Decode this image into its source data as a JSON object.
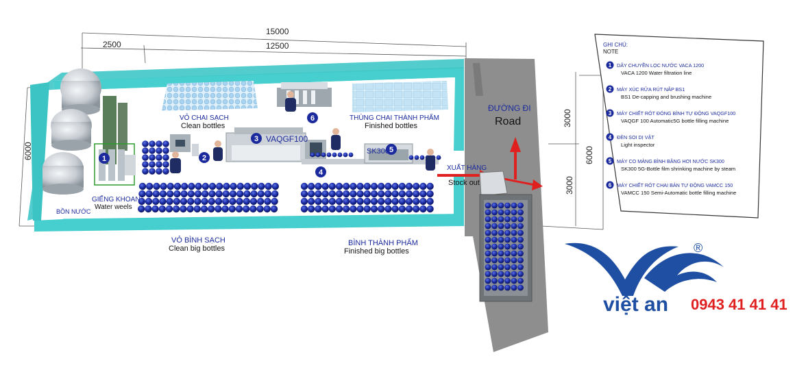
{
  "dimensions": {
    "total_length": "15000",
    "left_section": "2500",
    "right_section": "12500",
    "width_left": "6000",
    "width_right": "6000",
    "road_upper": "3000",
    "road_lower": "3000"
  },
  "labels": {
    "clean_bottles_vi": "VỎ CHAI SẠCH",
    "clean_bottles_en": "Clean bottles",
    "finished_bottles_vi": "THÙNG CHAI THÀNH PHẨM",
    "finished_bottles_en": "Finished bottles",
    "well_vi": "GIẾNG KHOAN",
    "well_en": "Water weels",
    "tank_vi": "BỒN NƯỚC",
    "clean_big_vi": "VỎ BÌNH SẠCH",
    "clean_big_en": "Clean big bottles",
    "finished_big_vi": "BÌNH THÀNH PHẨM",
    "finished_big_en": "Finished big bottles",
    "stock_vi": "XUẤT HÀNG",
    "stock_en": "Stock out",
    "road_vi": "ĐƯỜNG ĐI",
    "road_en": "Road",
    "machine_3": "VAQGF100",
    "machine_5": "SK300"
  },
  "markers": [
    "1",
    "2",
    "3",
    "4",
    "5",
    "6"
  ],
  "note": {
    "title_vi": "GHI CHÚ:",
    "title_en": "NOTE",
    "items": [
      {
        "num": "1",
        "vi": "DÂY CHUYỀN LỌC NƯỚC VACA 1200",
        "en": "VACA 1200 Water filtration line"
      },
      {
        "num": "2",
        "vi": "MÁY XÚC RỬA RÚT NẮP BS1",
        "en": "BS1 De-capping and brushing machine"
      },
      {
        "num": "3",
        "vi": "MÁY CHIẾT RÓT ĐÓNG BÌNH TỰ ĐỘNG VAQGF100",
        "en": "VAQGF 100 Automatic5G bottle filling machine"
      },
      {
        "num": "4",
        "vi": "ĐÈN SOI DỊ VẬT",
        "en": "Light inspector"
      },
      {
        "num": "5",
        "vi": "MÁY CO MÀNG BÌNH BẰNG HƠI NƯỚC SK300",
        "en": "SK300 5G-Bottle film shrinking machine by steam"
      },
      {
        "num": "6",
        "vi": "MÁY CHIẾT RÓT CHAI BÁN TỰ ĐỘNG VAMCC 150",
        "en": "VAMCC 150 Semi-Automatic bottle filling machine"
      }
    ]
  },
  "brand": {
    "name": "việt an",
    "phone": "0943 41 41 41",
    "registered": "®"
  },
  "colors": {
    "wall": "#47cfcf",
    "floor": "#ffffff",
    "road": "#8e8e8e",
    "bottle": "#1a2aa0",
    "marker": "#1b2a9c",
    "arrow": "#e01f1f",
    "brand_blue": "#1f4fa3",
    "brand_red": "#e02020"
  }
}
